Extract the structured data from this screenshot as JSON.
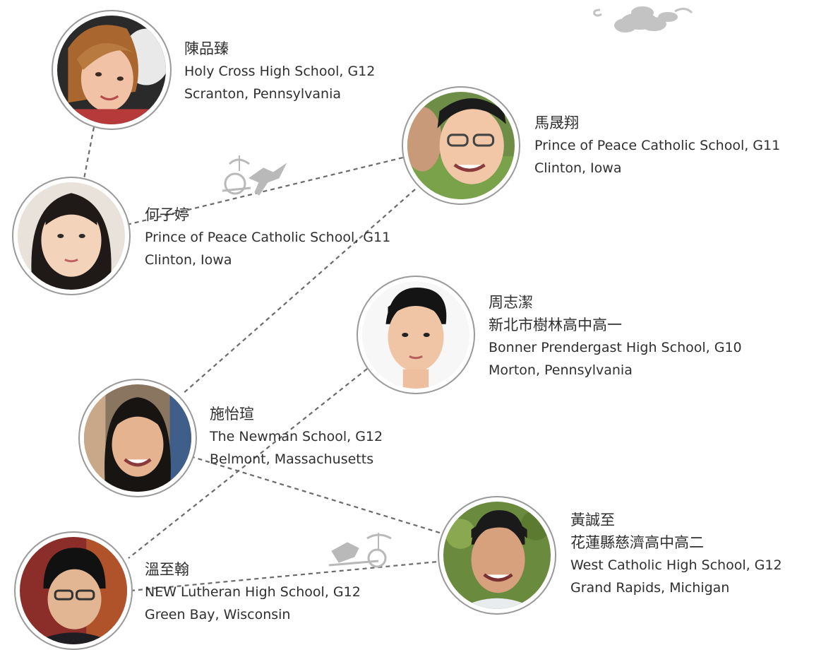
{
  "profiles": [
    {
      "name": "陳品臻",
      "school": "Holy Cross High School, G12",
      "location": "Scranton, Pennsylvania"
    },
    {
      "name": "馬晟翔",
      "school": "Prince of Peace Catholic School, G11",
      "location": "Clinton, Iowa"
    },
    {
      "name": "何子婷",
      "school": "Prince of Peace Catholic School, G11",
      "location": "Clinton, Iowa"
    },
    {
      "name": "周志潔",
      "subtitle": "新北市樹林高中高一",
      "school": "Bonner Prendergast High School, G10",
      "location": "Morton, Pennsylvania"
    },
    {
      "name": "施怡瑄",
      "school": "The Newman School, G12",
      "location": "Belmont, Massachusetts"
    },
    {
      "name": "黃誠至",
      "subtitle": "花蓮縣慈濟高中高二",
      "school": "West Catholic High School, G12",
      "location": "Grand Rapids, Michigan"
    },
    {
      "name": "溫至翰",
      "school": "NEW Lutheran High School, G12",
      "location": "Green Bay, Wisconsin"
    }
  ],
  "colors": {
    "ring": "#9a9a9a",
    "dash": "#6b6b6b",
    "text": "#2f2f2f",
    "ornament": "#b9b9b9"
  },
  "icons": [
    "cloud-ornament-icon",
    "chariot-ornament-icon"
  ]
}
